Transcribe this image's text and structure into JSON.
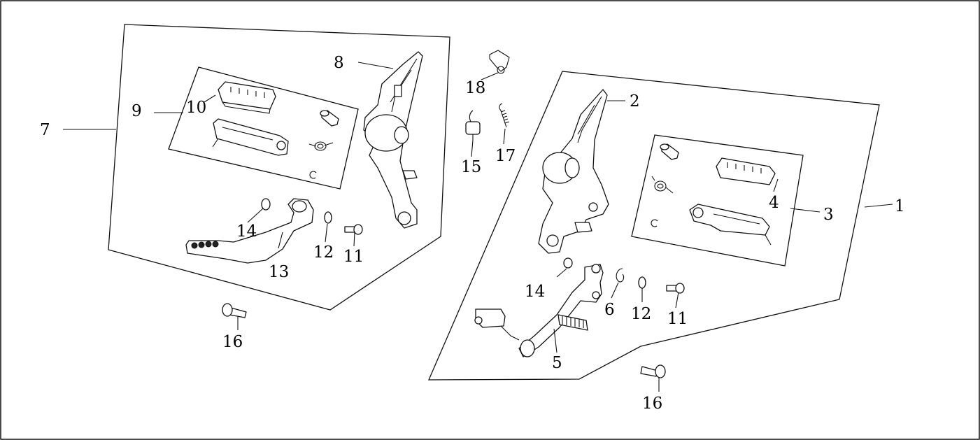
{
  "labels": {
    "p1": "1",
    "p2": "2",
    "p3": "3",
    "p4": "4",
    "p5": "5",
    "p6": "6",
    "p7": "7",
    "p8": "8",
    "p9": "9",
    "p10": "10",
    "p11_left": "11",
    "p11_right": "11",
    "p12_left": "12",
    "p12_right": "12",
    "p13": "13",
    "p14_left": "14",
    "p14_right": "14",
    "p15": "15",
    "p16_left": "16",
    "p16_right": "16",
    "p17": "17",
    "p18": "18"
  }
}
